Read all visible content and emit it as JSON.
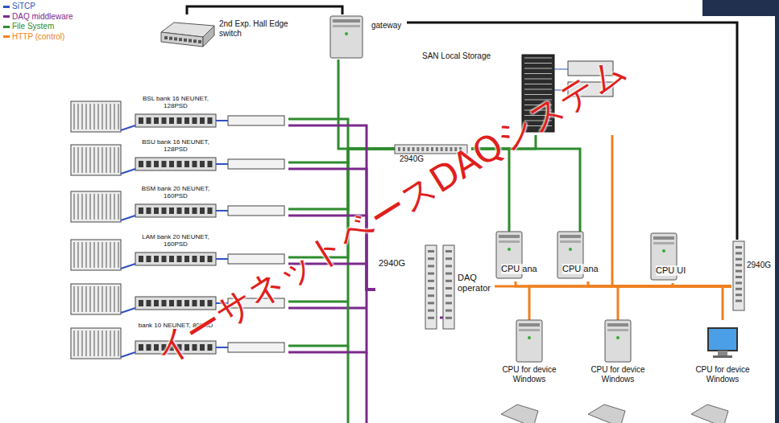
{
  "diagram": {
    "nodes": [
      {
        "text": [
          "2nd Exp. Hall Edge switch"
        ]
      },
      {
        "text": [
          "gateway"
        ]
      },
      {
        "text": [
          "SAN Local Storage"
        ]
      },
      {
        "text": [
          "BSL bank 16 NEUNET, 128PSD"
        ]
      },
      {
        "text": [
          "BSU bank 16 NEUNET, 128PSD"
        ]
      },
      {
        "text": [
          "BSM bank 20 NEUNET, 160PSD"
        ]
      },
      {
        "text": [
          "LAM bank 20 NEUNET, 160PSD"
        ]
      },
      {
        "text": [
          "bank 10 NEUNET, 80PSD"
        ]
      },
      {
        "text": [
          "2940G"
        ]
      },
      {
        "text": [
          "2940G"
        ]
      },
      {
        "text": [
          "DAQ operator"
        ]
      },
      {
        "text": [
          "CPU ana"
        ]
      },
      {
        "text": [
          "CPU ana"
        ]
      },
      {
        "text": [
          "CPU UI"
        ]
      },
      {
        "text": [
          "2940G"
        ]
      },
      {
        "text": [
          "CPU for device Windows"
        ]
      },
      {
        "text": [
          "CPU for device Windows"
        ]
      },
      {
        "text": [
          "CPU for device Windows"
        ]
      }
    ],
    "edges": [
      {
        "from": 0,
        "to": 1,
        "arrow": "none"
      },
      {
        "from": 1,
        "to": 8,
        "arrow": "none"
      },
      {
        "from": 1,
        "to": 14,
        "arrow": "none"
      },
      {
        "from": 8,
        "to": 2,
        "arrow": "none"
      },
      {
        "from": 3,
        "to": 8,
        "arrow": "none"
      },
      {
        "from": 4,
        "to": 8,
        "arrow": "none"
      },
      {
        "from": 5,
        "to": 8,
        "arrow": "none"
      },
      {
        "from": 6,
        "to": 8,
        "arrow": "none"
      },
      {
        "from": 7,
        "to": 8,
        "arrow": "none"
      },
      {
        "from": 3,
        "to": 9,
        "arrow": "none"
      },
      {
        "from": 4,
        "to": 9,
        "arrow": "none"
      },
      {
        "from": 5,
        "to": 9,
        "arrow": "none"
      },
      {
        "from": 6,
        "to": 9,
        "arrow": "none"
      },
      {
        "from": 7,
        "to": 9,
        "arrow": "none"
      },
      {
        "from": 8,
        "to": 11,
        "arrow": "none"
      },
      {
        "from": 8,
        "to": 12,
        "arrow": "none"
      },
      {
        "from": 9,
        "to": 10,
        "arrow": "none"
      },
      {
        "from": 14,
        "to": 10,
        "arrow": "none"
      },
      {
        "from": 14,
        "to": 11,
        "arrow": "none"
      },
      {
        "from": 14,
        "to": 12,
        "arrow": "none"
      },
      {
        "from": 14,
        "to": 13,
        "arrow": "none"
      },
      {
        "from": 14,
        "to": 15,
        "arrow": "none"
      },
      {
        "from": 14,
        "to": 16,
        "arrow": "none"
      },
      {
        "from": 14,
        "to": 17,
        "arrow": "none"
      },
      {
        "from": 2,
        "to": 14,
        "arrow": "none"
      }
    ],
    "labels": [
      "イーサネットベースDAQシステム"
    ],
    "legend": [
      {
        "text": "SiTCP",
        "color": "#3050c0"
      },
      {
        "text": "DAQ middleware",
        "color": "#7b2a8c"
      },
      {
        "text": "File System",
        "color": "#2e8b2e"
      },
      {
        "text": "HTTP (control)",
        "color": "#f08020"
      }
    ]
  }
}
